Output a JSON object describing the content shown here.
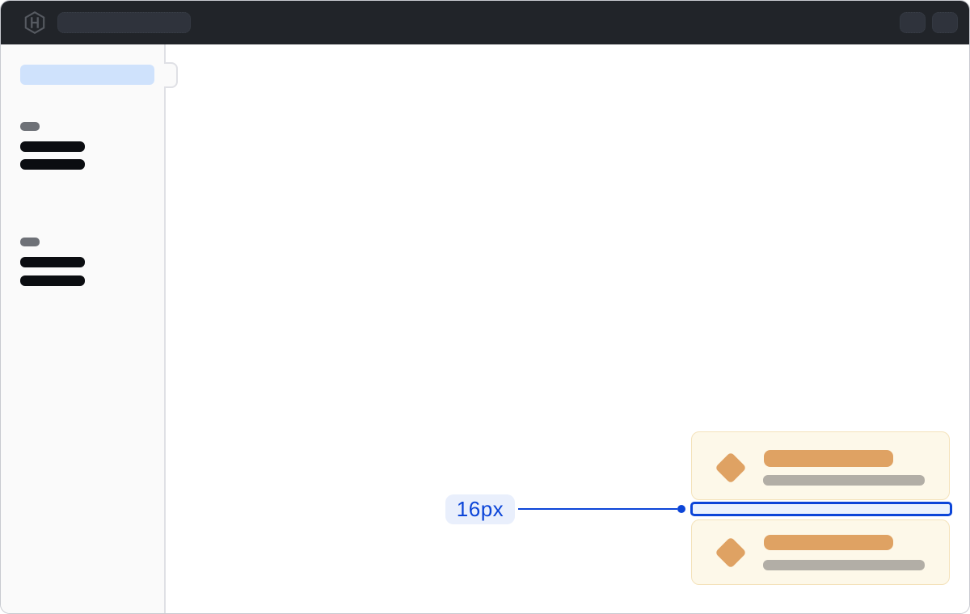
{
  "annotation": {
    "label": "16px",
    "accent_color": "#0c45d8",
    "label_bg_color": "#e9effc",
    "gap_fill_color": "#ebf2fd"
  },
  "topbar": {
    "logo_icon": "hashicorp-logo",
    "search_skeleton": "search-placeholder-pill",
    "action_skeletons": [
      "action-placeholder-pill",
      "action-placeholder-pill"
    ],
    "bg_color": "#212429",
    "pill_color": "#2f333c"
  },
  "sidebar": {
    "bg_color": "#fafafa",
    "active_item_color": "#cfe2fc",
    "active_item_skeleton": "active-nav-placeholder",
    "toggle_notch": "sidebar-collapse-handle",
    "sections": [
      {
        "header_skeleton": "section-label-placeholder",
        "item_skeletons": [
          "nav-item-placeholder",
          "nav-item-placeholder"
        ]
      },
      {
        "header_skeleton": "section-label-placeholder",
        "item_skeletons": [
          "nav-item-placeholder",
          "nav-item-placeholder"
        ]
      }
    ],
    "skeleton_header_color": "#6e7177",
    "skeleton_item_color": "#0b0d11"
  },
  "cards": {
    "bg_color": "#fdf8e9",
    "border_color": "#f4e2ba",
    "icon_color": "#dfa263",
    "subtitle_color": "#b2aea6",
    "items": [
      {
        "icon": "diamond-icon",
        "title_skeleton": "title-placeholder",
        "subtitle_skeleton": "subtitle-placeholder"
      },
      {
        "icon": "diamond-icon",
        "title_skeleton": "title-placeholder",
        "subtitle_skeleton": "subtitle-placeholder"
      }
    ]
  }
}
